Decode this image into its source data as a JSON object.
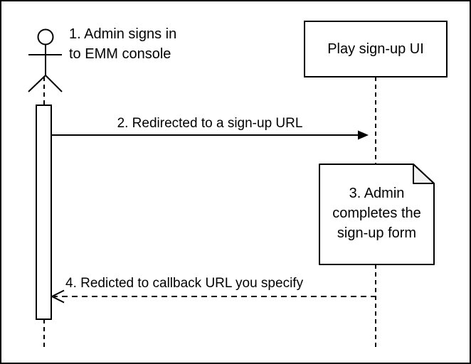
{
  "diagram": {
    "type": "uml-sequence-diagram",
    "colors": {
      "stroke": "#000000",
      "shape_fill": "#ffffff",
      "note_fold_fill": "#f2f2f2",
      "background": "#ffffff",
      "text": "#000000"
    },
    "actor": {
      "label_line1": "1. Admin signs in",
      "label_line2": "to EMM console"
    },
    "participant": {
      "label": "Play sign-up UI"
    },
    "messages": [
      {
        "label": "2. Redirected to a sign-up URL",
        "style": "solid",
        "direction": "left-to-right",
        "arrowhead": "filled"
      },
      {
        "label": "4. Redicted to callback URL you specify",
        "style": "dashed",
        "direction": "right-to-left",
        "arrowhead": "open"
      }
    ],
    "note": {
      "line1": "3. Admin",
      "line2": "completes the",
      "line3": "sign-up form"
    }
  }
}
